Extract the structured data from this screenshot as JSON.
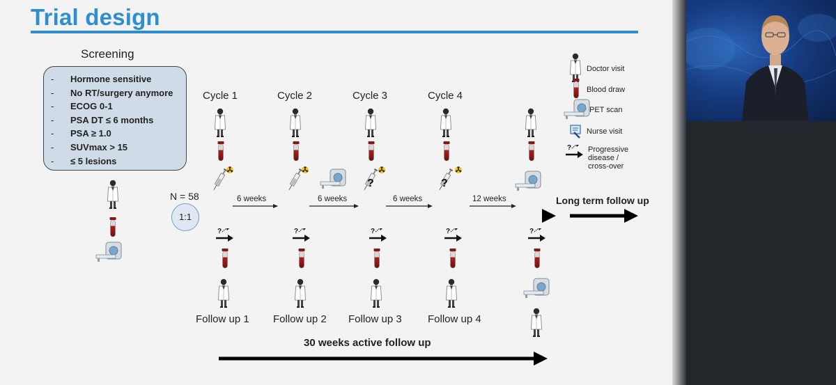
{
  "title": "Trial design",
  "screening": {
    "label": "Screening",
    "criteria": [
      "Hormone sensitive",
      "No RT/surgery anymore",
      "ECOG 0-1",
      "PSA DT ≤ 6 months",
      "PSA ≥ 1.0",
      "SUVmax > 15",
      "≤ 5 lesions"
    ],
    "bullet": "-"
  },
  "cycles": [
    "Cycle 1",
    "Cycle 2",
    "Cycle 3",
    "Cycle 4"
  ],
  "intervals": [
    "6 weeks",
    "6 weeks",
    "6 weeks",
    "12 weeks"
  ],
  "n_label": "N = 58",
  "randomization": "1:1",
  "long_term": "Long term follow up",
  "follow_ups": [
    "Follow up 1",
    "Follow up 2",
    "Follow up 3",
    "Follow up 4"
  ],
  "active_follow_up": "30 weeks active follow up",
  "legend": {
    "doctor": "Doctor visit",
    "blood": "Blood draw",
    "pet": "PET scan",
    "nurse": "Nurse visit",
    "progressive": [
      "Progressive",
      "disease /",
      "cross-over"
    ]
  },
  "colors": {
    "title": "#2f8fce",
    "box_fill": "#cfdbe6",
    "blood": "#9c1f1f",
    "radiation": "#f2c418"
  }
}
